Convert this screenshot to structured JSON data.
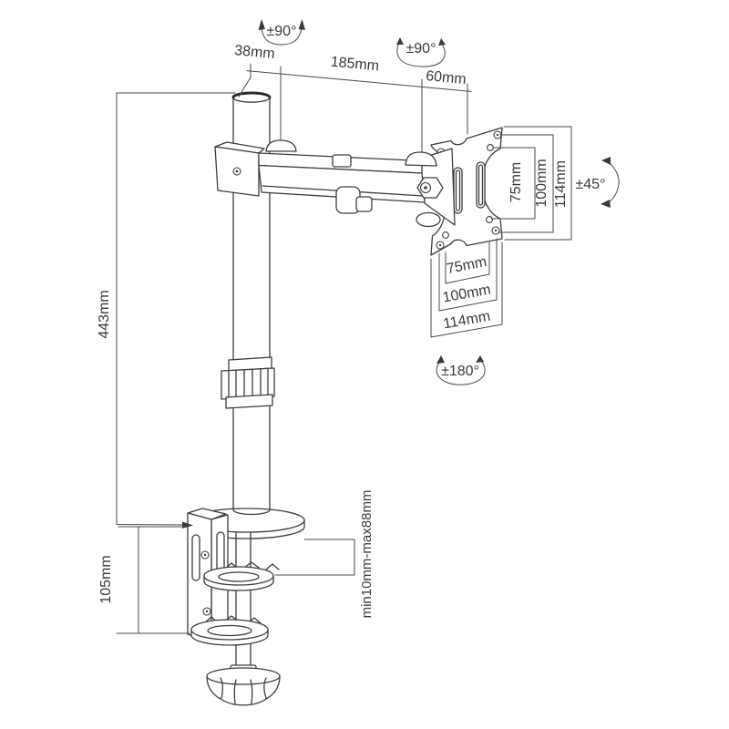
{
  "drawing": {
    "subject": "monitor desk mount arm technical drawing",
    "line_color": "#3d3d3d",
    "background_color": "#ffffff"
  },
  "annotations": {
    "pole_rotation": "±90°",
    "vesa_joint_rotation": "±90°",
    "tilt_range": "±45°",
    "screen_rotation": "±180°"
  },
  "dimensions": {
    "pole_diameter": "38mm",
    "arm_length": "185mm",
    "vesa_head_depth": "60mm",
    "pole_height": "443mm",
    "clamp_bracket_height": "105mm",
    "desk_thickness_range": "min10mm-max88mm",
    "vesa_vertical_75": "75mm",
    "vesa_vertical_100": "100mm",
    "vesa_vertical_114": "114mm",
    "vesa_horizontal_75": "75mm",
    "vesa_horizontal_100": "100mm",
    "vesa_horizontal_114": "114mm"
  }
}
